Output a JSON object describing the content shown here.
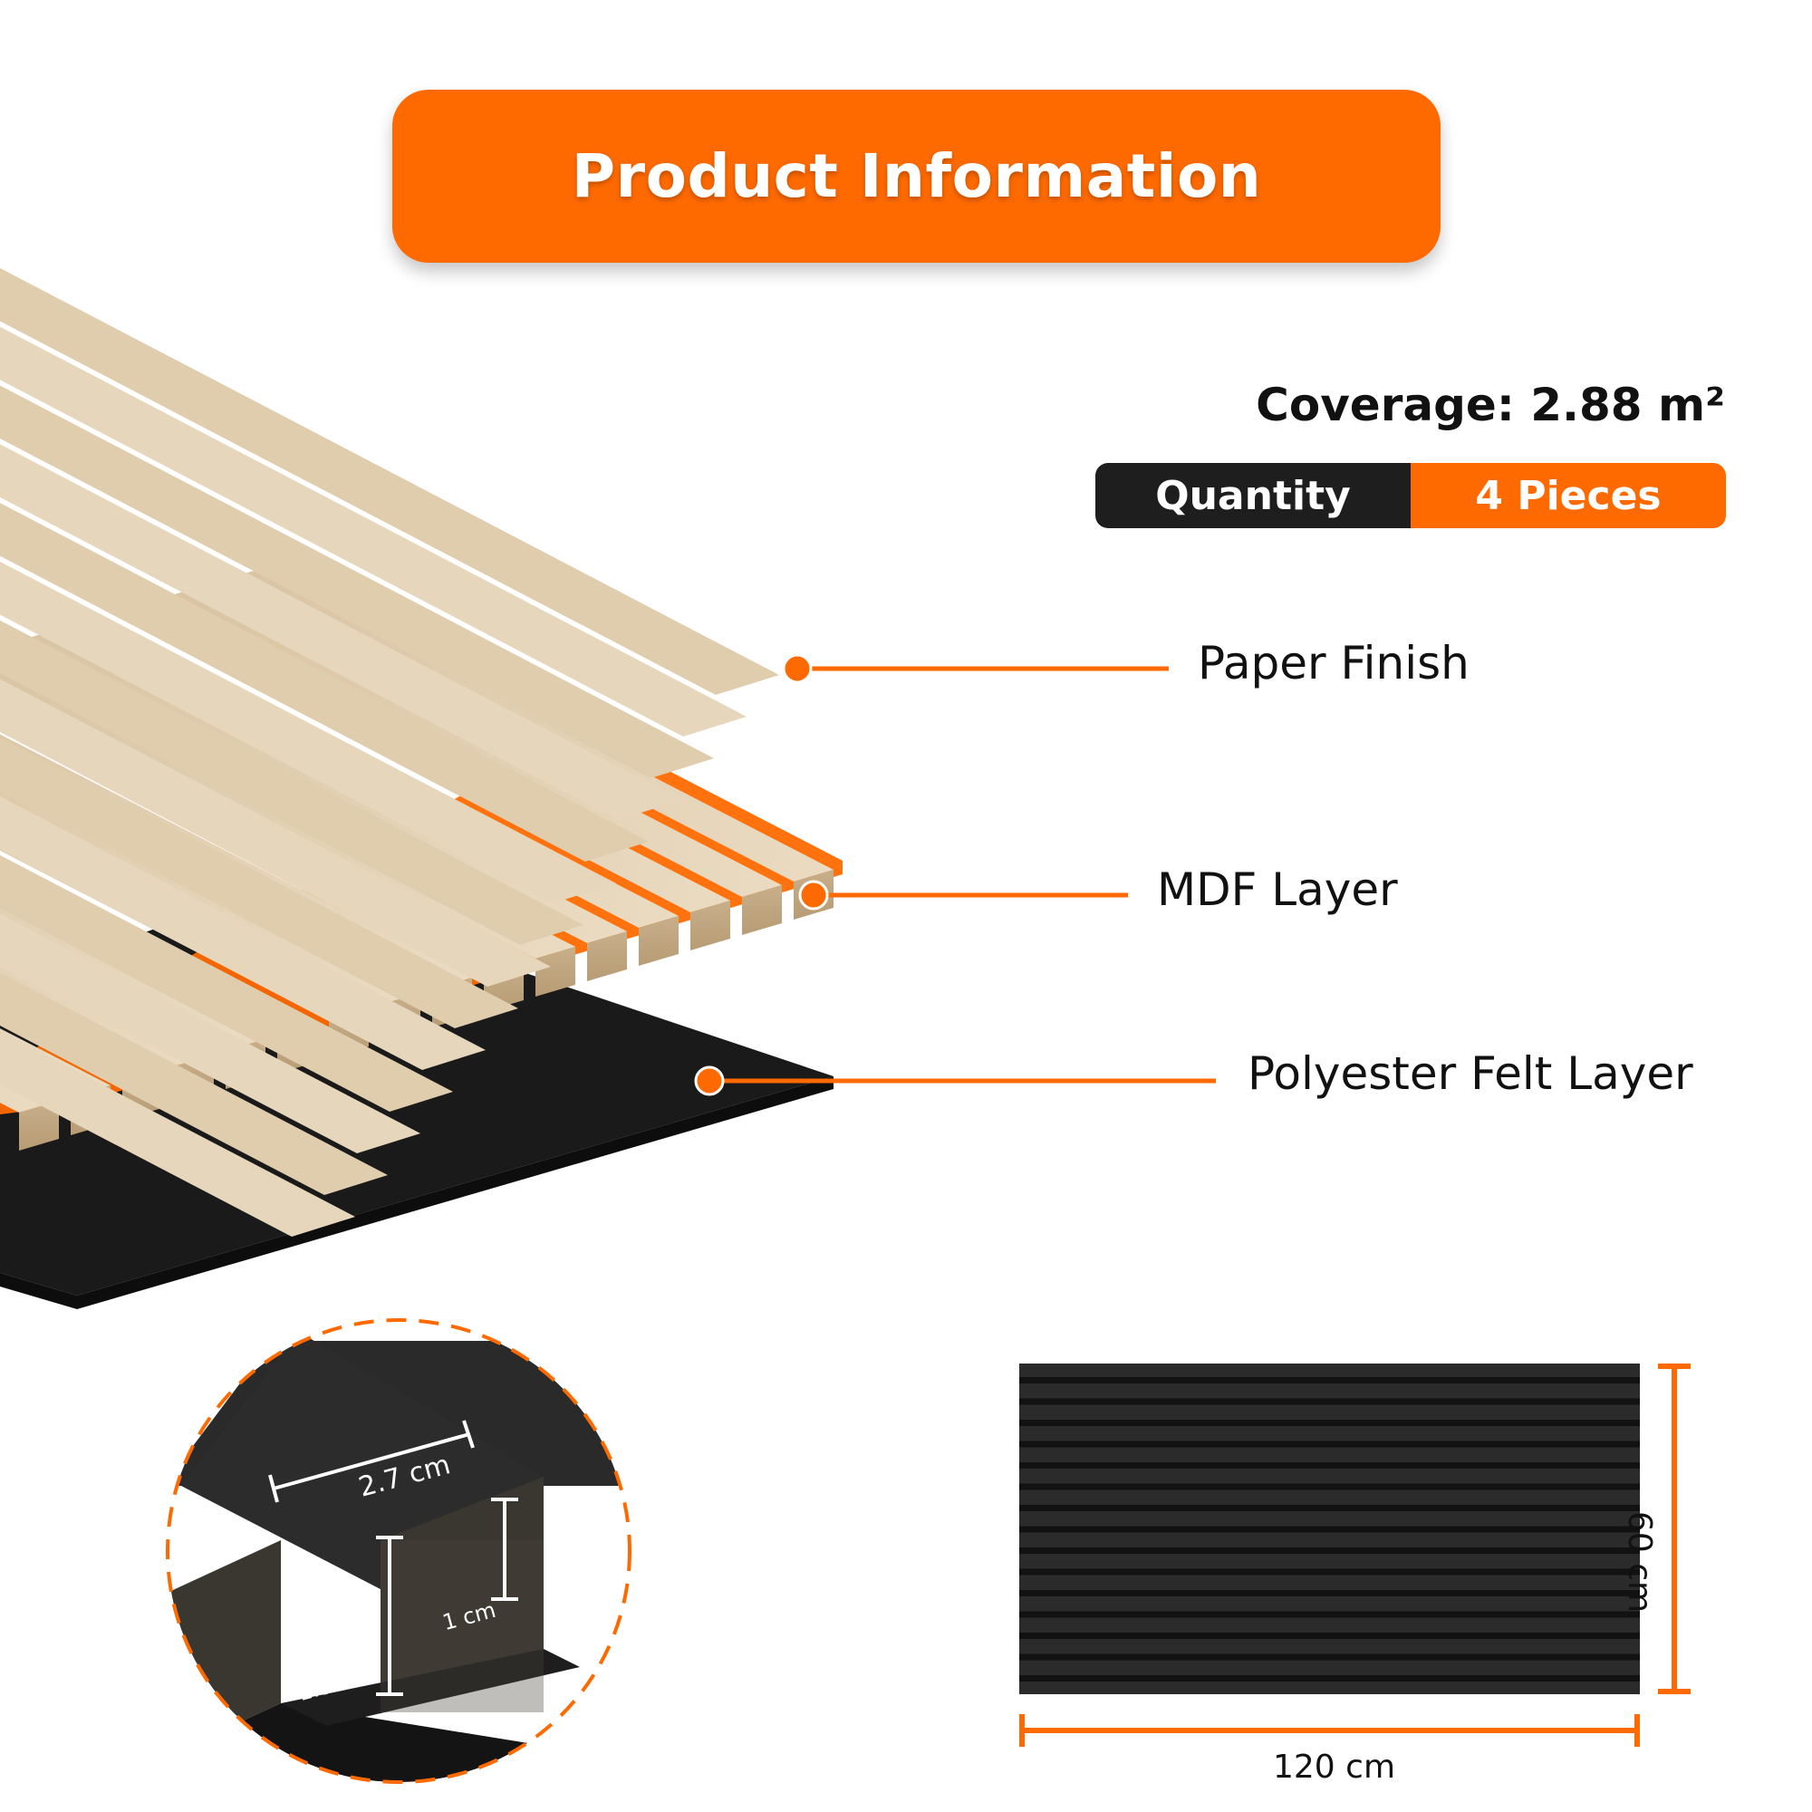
{
  "header": {
    "title": "Product Information"
  },
  "specs": {
    "coverage": "Coverage: 2.88 m²",
    "quantity_label": "Quantity",
    "quantity_value": "4 Pieces"
  },
  "layers": [
    {
      "label": "Paper Finish"
    },
    {
      "label": "MDF Layer"
    },
    {
      "label": "Polyester Felt Layer"
    }
  ],
  "detail_dimensions": {
    "width": "2.7 cm",
    "depth": "1 cm",
    "height": "1.9 cm"
  },
  "panel_dimensions": {
    "length": "120 cm",
    "height": "60 cm"
  },
  "colors": {
    "accent": "#FF6A00",
    "dark": "#1E1E1E",
    "wood": "#E2CFB0",
    "felt": "#1C1C1C"
  }
}
